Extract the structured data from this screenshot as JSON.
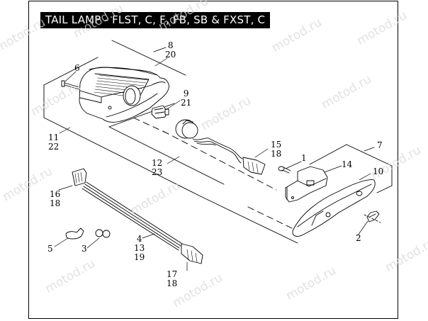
{
  "title": "TAIL LAMP - FLST, C, F, FB, SB & FXST, C",
  "watermark": "motod.ru",
  "colors": {
    "line": "#000000",
    "background": "#ffffff",
    "title_bg": "#000000",
    "title_fg": "#ffffff",
    "watermark": "#d8d8d8"
  },
  "callouts": [
    {
      "id": "c6",
      "lines": [
        "6"
      ],
      "part": "screw"
    },
    {
      "id": "c8",
      "lines": [
        "8",
        "20"
      ],
      "part": "tail-lamp-housing"
    },
    {
      "id": "c9",
      "lines": [
        "9",
        "21"
      ],
      "part": "bulb"
    },
    {
      "id": "c11",
      "lines": [
        "11",
        "22"
      ],
      "part": "tail-lamp-assembly"
    },
    {
      "id": "c12",
      "lines": [
        "12",
        "23"
      ],
      "part": "lamp-sub-assembly"
    },
    {
      "id": "c15",
      "lines": [
        "15",
        "18"
      ],
      "part": "socket-harness-connector"
    },
    {
      "id": "c1",
      "lines": [
        "1"
      ],
      "part": "screw"
    },
    {
      "id": "c7",
      "lines": [
        "7"
      ],
      "part": "license-lamp-assembly"
    },
    {
      "id": "c14",
      "lines": [
        "14"
      ],
      "part": "license-lamp-bracket"
    },
    {
      "id": "c10",
      "lines": [
        "10"
      ],
      "part": "license-lamp-lens"
    },
    {
      "id": "c16",
      "lines": [
        "16",
        "18"
      ],
      "part": "harness-connector"
    },
    {
      "id": "c4",
      "lines": [
        "4",
        "13",
        "19"
      ],
      "part": "wiring-harness"
    },
    {
      "id": "c5",
      "lines": [
        "5"
      ],
      "part": "cable-clip"
    },
    {
      "id": "c3",
      "lines": [
        "3"
      ],
      "part": "cable-strap"
    },
    {
      "id": "c17",
      "lines": [
        "17",
        "18"
      ],
      "part": "harness-connector"
    },
    {
      "id": "c2",
      "lines": [
        "2"
      ],
      "part": "bulb"
    }
  ]
}
